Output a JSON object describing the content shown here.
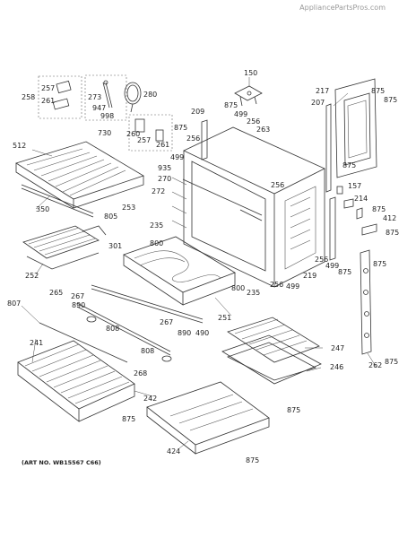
{
  "source_watermark": "AppliancePartsPros.com",
  "art_number": "(ART NO. WB15567 C66)",
  "callouts": [
    {
      "id": "150",
      "text": "150"
    },
    {
      "id": "217",
      "text": "217"
    },
    {
      "id": "875a",
      "text": "875"
    },
    {
      "id": "875b",
      "text": "875"
    },
    {
      "id": "207",
      "text": "207"
    },
    {
      "id": "257a",
      "text": "257"
    },
    {
      "id": "258",
      "text": "258"
    },
    {
      "id": "261a",
      "text": "261"
    },
    {
      "id": "273",
      "text": "273"
    },
    {
      "id": "947",
      "text": "947"
    },
    {
      "id": "280",
      "text": "280"
    },
    {
      "id": "998",
      "text": "998"
    },
    {
      "id": "730",
      "text": "730"
    },
    {
      "id": "260",
      "text": "260"
    },
    {
      "id": "257b",
      "text": "257"
    },
    {
      "id": "261b",
      "text": "261"
    },
    {
      "id": "875c",
      "text": "875"
    },
    {
      "id": "499a",
      "text": "499"
    },
    {
      "id": "209",
      "text": "209"
    },
    {
      "id": "875d",
      "text": "875"
    },
    {
      "id": "256a",
      "text": "256"
    },
    {
      "id": "263",
      "text": "263"
    },
    {
      "id": "512",
      "text": "512"
    },
    {
      "id": "256b",
      "text": "256"
    },
    {
      "id": "499b",
      "text": "499"
    },
    {
      "id": "935",
      "text": "935"
    },
    {
      "id": "270",
      "text": "270"
    },
    {
      "id": "875e",
      "text": "875"
    },
    {
      "id": "272",
      "text": "272"
    },
    {
      "id": "157",
      "text": "157"
    },
    {
      "id": "256c",
      "text": "256"
    },
    {
      "id": "214",
      "text": "214"
    },
    {
      "id": "350",
      "text": "350"
    },
    {
      "id": "805",
      "text": "805"
    },
    {
      "id": "253",
      "text": "253"
    },
    {
      "id": "875f",
      "text": "875"
    },
    {
      "id": "412",
      "text": "412"
    },
    {
      "id": "235a",
      "text": "235"
    },
    {
      "id": "875g",
      "text": "875"
    },
    {
      "id": "301",
      "text": "301"
    },
    {
      "id": "800a",
      "text": "800"
    },
    {
      "id": "256d",
      "text": "256"
    },
    {
      "id": "499c",
      "text": "499"
    },
    {
      "id": "875h",
      "text": "875"
    },
    {
      "id": "252",
      "text": "252"
    },
    {
      "id": "219",
      "text": "219"
    },
    {
      "id": "875i",
      "text": "875"
    },
    {
      "id": "800b",
      "text": "800"
    },
    {
      "id": "256e",
      "text": "256"
    },
    {
      "id": "235b",
      "text": "235"
    },
    {
      "id": "499d",
      "text": "499"
    },
    {
      "id": "265",
      "text": "265"
    },
    {
      "id": "267a",
      "text": "267"
    },
    {
      "id": "890a",
      "text": "890"
    },
    {
      "id": "807",
      "text": "807"
    },
    {
      "id": "251",
      "text": "251"
    },
    {
      "id": "808a",
      "text": "808"
    },
    {
      "id": "267b",
      "text": "267"
    },
    {
      "id": "890b",
      "text": "890"
    },
    {
      "id": "490",
      "text": "490"
    },
    {
      "id": "241",
      "text": "241"
    },
    {
      "id": "247",
      "text": "247"
    },
    {
      "id": "808b",
      "text": "808"
    },
    {
      "id": "246",
      "text": "246"
    },
    {
      "id": "262",
      "text": "262"
    },
    {
      "id": "875j",
      "text": "875"
    },
    {
      "id": "268",
      "text": "268"
    },
    {
      "id": "242",
      "text": "242"
    },
    {
      "id": "875k",
      "text": "875"
    },
    {
      "id": "875l",
      "text": "875"
    },
    {
      "id": "424",
      "text": "424"
    },
    {
      "id": "875m",
      "text": "875"
    }
  ]
}
